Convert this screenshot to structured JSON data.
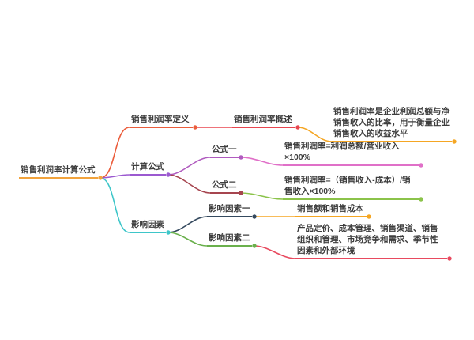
{
  "mindmap": {
    "root": {
      "label": "销售利润率计算公式",
      "color": "#f2a33c"
    },
    "branches": {
      "definition": {
        "label": "销售利润率定义",
        "color": "#eb5d3c"
      },
      "definition_overview": {
        "label": "销售利润率概述",
        "color": "#e8454f"
      },
      "definition_desc": {
        "label": "销售利润率是企业利润总额与净销售收入的比率，用于衡量企业销售收入的收益水平",
        "color": "#f5a623"
      },
      "calculation": {
        "label": "计算公式",
        "color": "#9b59d0"
      },
      "formula1": {
        "label": "公式一",
        "color": "#b05bbf"
      },
      "formula1_detail": {
        "label": "销售利润率=利润总额/营业收入×100%",
        "color": "#e070c8"
      },
      "formula2": {
        "label": "公式二",
        "color": "#a6454f"
      },
      "formula2_detail": {
        "label": "销售利润率=（销售收入-成本）/销售收入×100%",
        "color": "#8bc34a"
      },
      "factors": {
        "label": "影响因素",
        "color": "#3ec6c9"
      },
      "factor1": {
        "label": "影响因素一",
        "color": "#34495e"
      },
      "factor1_detail": {
        "label": "销售额和销售成本",
        "color": "#f5a623"
      },
      "factor2": {
        "label": "影响因素二",
        "color": "#6ab04c"
      },
      "factor2_detail": {
        "label": "产品定价、成本管理、销售渠道、销售组织和管理、市场竞争和需求、季节性因素和外部环境",
        "color": "#e84a5f"
      }
    }
  }
}
